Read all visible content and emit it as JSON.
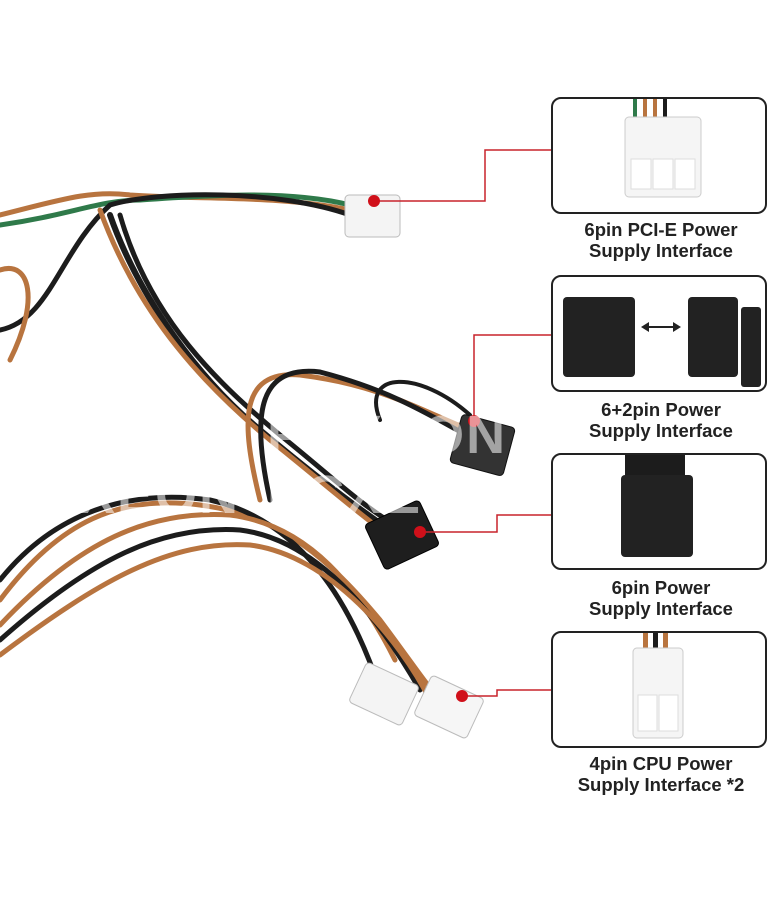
{
  "watermark": "PCXEON PCXEON PCXEON PCXEON",
  "colors": {
    "callout": "#c8232c",
    "box_border": "#222222",
    "cable_orange": "#b8743f",
    "cable_black": "#1c1c1c",
    "cable_green": "#2f7a4a"
  },
  "callouts": [
    {
      "line1": "6pin PCI-E Power",
      "line2": "Supply Interface"
    },
    {
      "line1": "6+2pin Power",
      "line2": "Supply Interface"
    },
    {
      "line1": "6pin Power",
      "line2": "Supply Interface"
    },
    {
      "line1": "4pin CPU Power",
      "line2": "Supply Interface *2"
    }
  ]
}
